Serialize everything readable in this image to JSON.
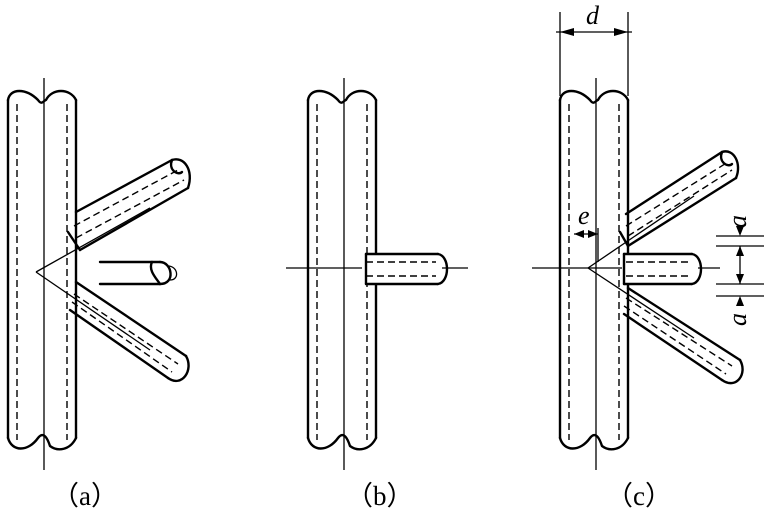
{
  "figure": {
    "panels": [
      {
        "id": "a",
        "caption": "（a）"
      },
      {
        "id": "b",
        "caption": "（b）"
      },
      {
        "id": "c",
        "caption": "（c）"
      }
    ],
    "labels": {
      "tube_diameter": "d",
      "eccentricity": "e",
      "gap": "a",
      "gap_upper": "a",
      "gap_lower": "a"
    }
  }
}
